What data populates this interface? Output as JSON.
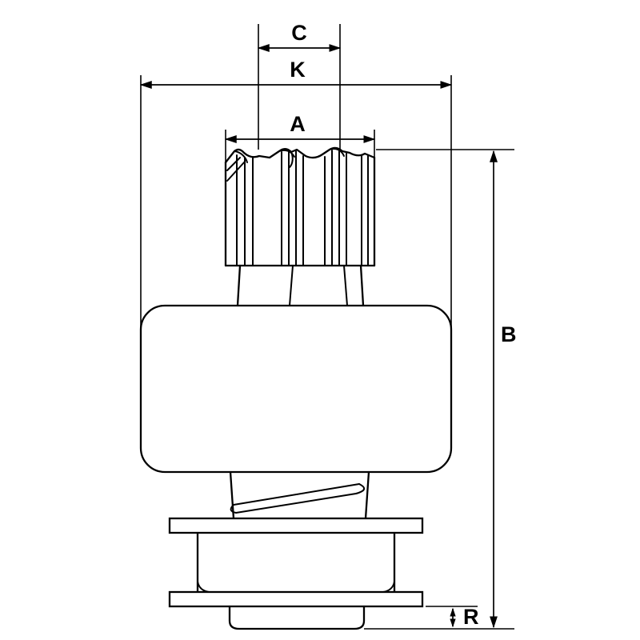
{
  "figure": {
    "background_color": "#ffffff",
    "line_color": "#000000",
    "dimension_labels": {
      "c": "C",
      "k": "K",
      "a": "A",
      "b": "B",
      "r": "R"
    }
  }
}
